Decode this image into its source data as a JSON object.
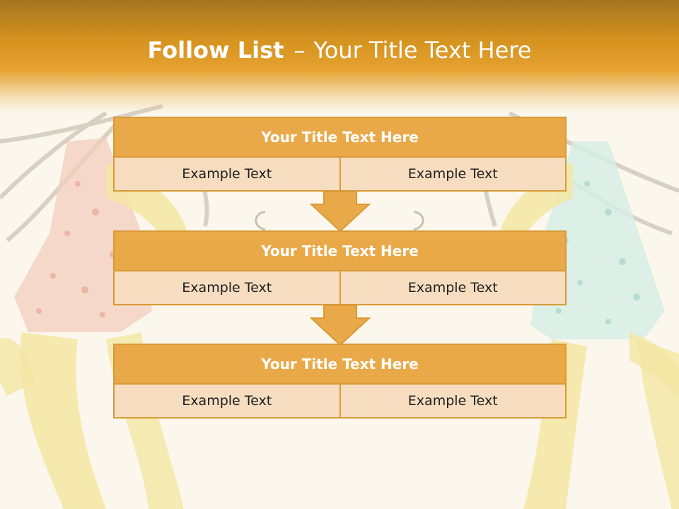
{
  "slide": {
    "title_bold": "Follow List",
    "title_dash": "–",
    "title_rest": "Your Title Text Here"
  },
  "steps": [
    {
      "title": "Your Title Text Here",
      "left": "Example Text",
      "right": "Example Text"
    },
    {
      "title": "Your Title Text Here",
      "left": "Example Text",
      "right": "Example Text"
    },
    {
      "title": "Your Title Text Here",
      "left": "Example Text",
      "right": "Example Text"
    }
  ],
  "colors": {
    "header_dark": "#a67520",
    "header_mid": "#e6a230",
    "box_title_fill": "#e9a948",
    "box_cell_fill": "#f6ddc0",
    "box_border": "#d99a37",
    "arrow_fill": "#e9a948"
  },
  "icons": {
    "flow_arrow": "down-arrow-icon"
  }
}
